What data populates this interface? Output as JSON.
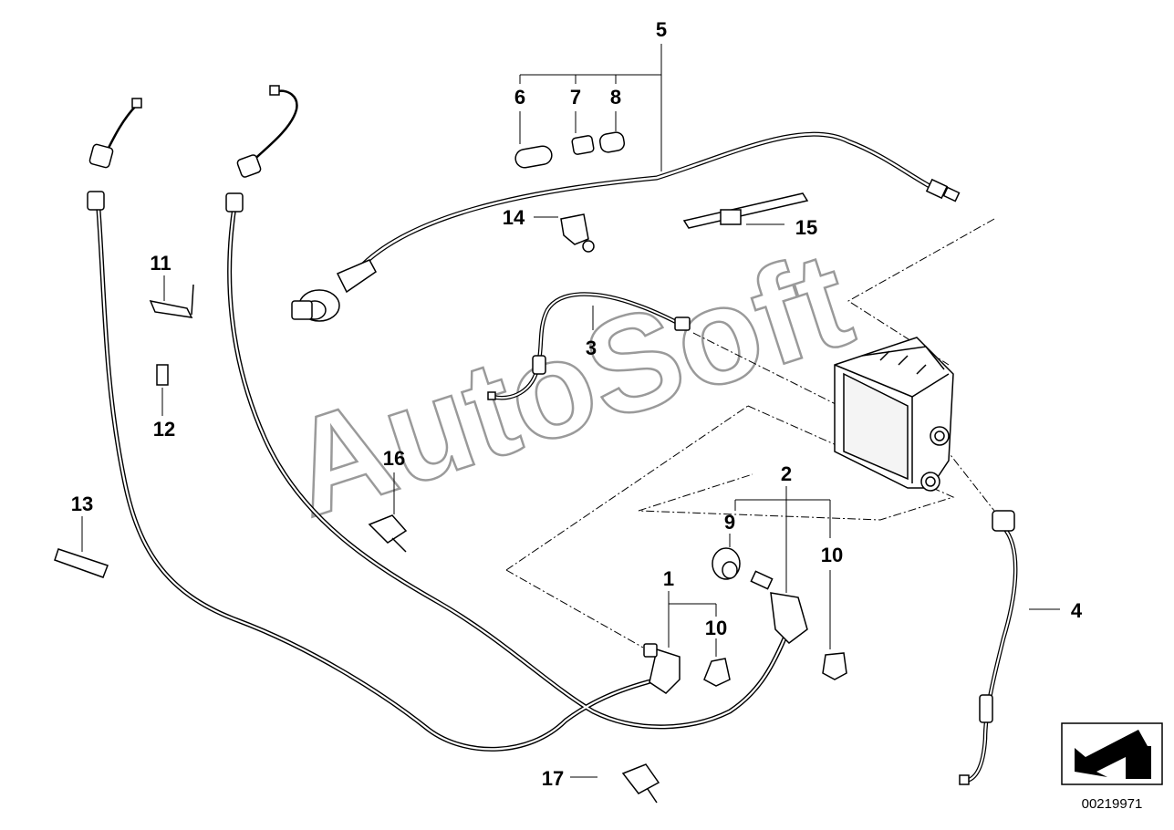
{
  "watermark": "AutoSoft",
  "reference_number": "00219971",
  "callouts": {
    "c1": "1",
    "c2": "2",
    "c3": "3",
    "c4": "4",
    "c5": "5",
    "c6": "6",
    "c7": "7",
    "c8": "8",
    "c9": "9",
    "c10a": "10",
    "c10b": "10",
    "c11": "11",
    "c12": "12",
    "c13": "13",
    "c14": "14",
    "c15": "15",
    "c16": "16",
    "c17": "17"
  },
  "icons": {
    "nav": "arrow-left-down-icon"
  }
}
